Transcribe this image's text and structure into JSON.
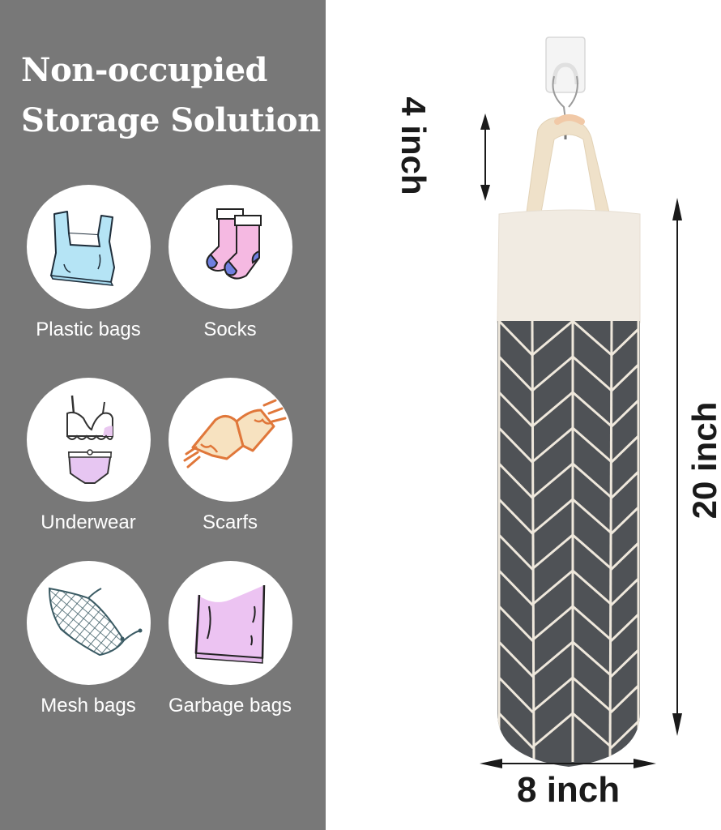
{
  "headline": {
    "line1": "Non-occupied",
    "line2": "Storage Solution"
  },
  "items": [
    {
      "label": "Plastic bags",
      "icon": "plastic-bag-icon"
    },
    {
      "label": "Socks",
      "icon": "socks-icon"
    },
    {
      "label": "Underwear",
      "icon": "underwear-icon"
    },
    {
      "label": "Scarfs",
      "icon": "scarf-icon"
    },
    {
      "label": "Mesh bags",
      "icon": "mesh-bag-icon"
    },
    {
      "label": "Garbage bags",
      "icon": "garbage-bag-icon"
    }
  ],
  "dimensions": {
    "handle": "4 inch",
    "height": "20 inch",
    "width": "8 inch"
  },
  "colors": {
    "panel": "#787878",
    "bag_grey": "#4f5256",
    "bag_cream": "#f1ebe2",
    "pattern_line": "#efe8dc",
    "arrow": "#1a1a1a"
  }
}
